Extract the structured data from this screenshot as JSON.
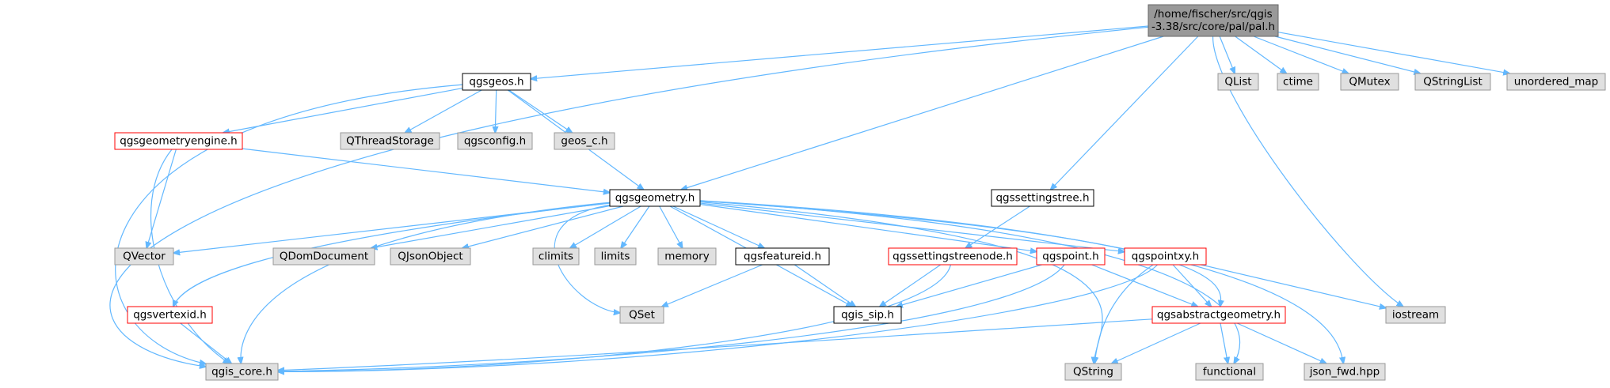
{
  "colors": {
    "root_fill": "#999999",
    "root_border": "#666666",
    "documented_fill": "#ffffff",
    "documented_border": "#000000",
    "truncated_border": "#ff0000",
    "external_fill": "#e0e0e0",
    "external_border": "#999999",
    "edge": "#63b8ff"
  },
  "nodes": [
    {
      "id": "pal",
      "lines": [
        "/home/fischer/src/qgis",
        "-3.38/src/core/pal/pal.h"
      ],
      "kind": "root"
    },
    {
      "id": "qgsgeos",
      "lines": [
        "qgsgeos.h"
      ],
      "kind": "documented"
    },
    {
      "id": "qlist",
      "lines": [
        "QList"
      ],
      "kind": "external"
    },
    {
      "id": "ctime",
      "lines": [
        "ctime"
      ],
      "kind": "external"
    },
    {
      "id": "qmutex",
      "lines": [
        "QMutex"
      ],
      "kind": "external"
    },
    {
      "id": "qstringlist",
      "lines": [
        "QStringList"
      ],
      "kind": "external"
    },
    {
      "id": "unordered_map",
      "lines": [
        "unordered_map"
      ],
      "kind": "external"
    },
    {
      "id": "qgsgeometryengine",
      "lines": [
        "qgsgeometryengine.h"
      ],
      "kind": "truncated"
    },
    {
      "id": "qthreadstorage",
      "lines": [
        "QThreadStorage"
      ],
      "kind": "external"
    },
    {
      "id": "qgsconfig",
      "lines": [
        "qgsconfig.h"
      ],
      "kind": "external"
    },
    {
      "id": "geos_c",
      "lines": [
        "geos_c.h"
      ],
      "kind": "external"
    },
    {
      "id": "qgsgeometry",
      "lines": [
        "qgsgeometry.h"
      ],
      "kind": "documented"
    },
    {
      "id": "qgssettingstree",
      "lines": [
        "qgssettingstree.h"
      ],
      "kind": "documented"
    },
    {
      "id": "qvector",
      "lines": [
        "QVector"
      ],
      "kind": "external"
    },
    {
      "id": "qdomdocument",
      "lines": [
        "QDomDocument"
      ],
      "kind": "external"
    },
    {
      "id": "qjsonobject",
      "lines": [
        "QJsonObject"
      ],
      "kind": "external"
    },
    {
      "id": "climits",
      "lines": [
        "climits"
      ],
      "kind": "external"
    },
    {
      "id": "limits",
      "lines": [
        "limits"
      ],
      "kind": "external"
    },
    {
      "id": "memory",
      "lines": [
        "memory"
      ],
      "kind": "external"
    },
    {
      "id": "qgsfeatureid",
      "lines": [
        "qgsfeatureid.h"
      ],
      "kind": "documented"
    },
    {
      "id": "qgssettingstreenode",
      "lines": [
        "qgssettingstreenode.h"
      ],
      "kind": "truncated"
    },
    {
      "id": "qgspoint",
      "lines": [
        "qgspoint.h"
      ],
      "kind": "truncated"
    },
    {
      "id": "qgspointxy",
      "lines": [
        "qgspointxy.h"
      ],
      "kind": "truncated"
    },
    {
      "id": "qgsvertexid",
      "lines": [
        "qgsvertexid.h"
      ],
      "kind": "truncated"
    },
    {
      "id": "qset",
      "lines": [
        "QSet"
      ],
      "kind": "external"
    },
    {
      "id": "qgis_sip",
      "lines": [
        "qgis_sip.h"
      ],
      "kind": "documented"
    },
    {
      "id": "qgsabstractgeometry",
      "lines": [
        "qgsabstractgeometry.h"
      ],
      "kind": "truncated"
    },
    {
      "id": "iostream",
      "lines": [
        "iostream"
      ],
      "kind": "external"
    },
    {
      "id": "qgis_core",
      "lines": [
        "qgis_core.h"
      ],
      "kind": "external"
    },
    {
      "id": "qstring",
      "lines": [
        "QString"
      ],
      "kind": "external"
    },
    {
      "id": "functional",
      "lines": [
        "functional"
      ],
      "kind": "external"
    },
    {
      "id": "json_fwd",
      "lines": [
        "json_fwd.hpp"
      ],
      "kind": "external"
    }
  ],
  "edges": [
    [
      "pal",
      "qgis_core"
    ],
    [
      "pal",
      "qgsgeos"
    ],
    [
      "pal",
      "qgsgeometry"
    ],
    [
      "pal",
      "qgssettingstree"
    ],
    [
      "pal",
      "qlist"
    ],
    [
      "pal",
      "ctime"
    ],
    [
      "pal",
      "qmutex"
    ],
    [
      "pal",
      "qstringlist"
    ],
    [
      "pal",
      "unordered_map"
    ],
    [
      "pal",
      "iostream"
    ],
    [
      "qgsgeos",
      "qgis_core"
    ],
    [
      "qgsgeos",
      "qgsgeometryengine"
    ],
    [
      "qgsgeos",
      "qthreadstorage"
    ],
    [
      "qgsgeos",
      "qgsconfig"
    ],
    [
      "qgsgeos",
      "geos_c"
    ],
    [
      "qgsgeos",
      "qgsgeometry"
    ],
    [
      "qgsgeometryengine",
      "qgis_core"
    ],
    [
      "qgsgeometryengine",
      "qvector"
    ],
    [
      "qgsgeometryengine",
      "qgsgeometry"
    ],
    [
      "qgsgeometry",
      "qvector"
    ],
    [
      "qgsgeometry",
      "qgis_core"
    ],
    [
      "qgsgeometry",
      "qdomdocument"
    ],
    [
      "qgsgeometry",
      "qjsonobject"
    ],
    [
      "qgsgeometry",
      "climits"
    ],
    [
      "qgsgeometry",
      "limits"
    ],
    [
      "qgsgeometry",
      "memory"
    ],
    [
      "qgsgeometry",
      "qgsfeatureid"
    ],
    [
      "qgsgeometry",
      "qset"
    ],
    [
      "qgsgeometry",
      "qgis_sip"
    ],
    [
      "qgsgeometry",
      "qgspoint"
    ],
    [
      "qgsgeometry",
      "qgspointxy"
    ],
    [
      "qgsgeometry",
      "qgsvertexid"
    ],
    [
      "qgsgeometry",
      "qstring"
    ],
    [
      "qgsgeometry",
      "qgsabstractgeometry"
    ],
    [
      "qgsgeometry",
      "functional"
    ],
    [
      "qgsgeometry",
      "json_fwd"
    ],
    [
      "qgssettingstree",
      "qgssettingstreenode"
    ],
    [
      "qgssettingstreenode",
      "qgis_sip"
    ],
    [
      "qgssettingstreenode",
      "qgis_core"
    ],
    [
      "qgsfeatureid",
      "qset"
    ],
    [
      "qgsfeatureid",
      "qgis_sip"
    ],
    [
      "qgspoint",
      "qgis_sip"
    ],
    [
      "qgspoint",
      "qgsabstractgeometry"
    ],
    [
      "qgspoint",
      "qgis_core"
    ],
    [
      "qgspointxy",
      "qstring"
    ],
    [
      "qgspointxy",
      "iostream"
    ],
    [
      "qgspointxy",
      "qgis_core"
    ],
    [
      "qgspointxy",
      "qgsabstractgeometry"
    ],
    [
      "qgsvertexid",
      "qgis_core"
    ],
    [
      "qgsabstractgeometry",
      "qgis_core"
    ],
    [
      "qgsabstractgeometry",
      "qstring"
    ],
    [
      "qgsabstractgeometry",
      "functional"
    ],
    [
      "qgsabstractgeometry",
      "json_fwd"
    ]
  ]
}
